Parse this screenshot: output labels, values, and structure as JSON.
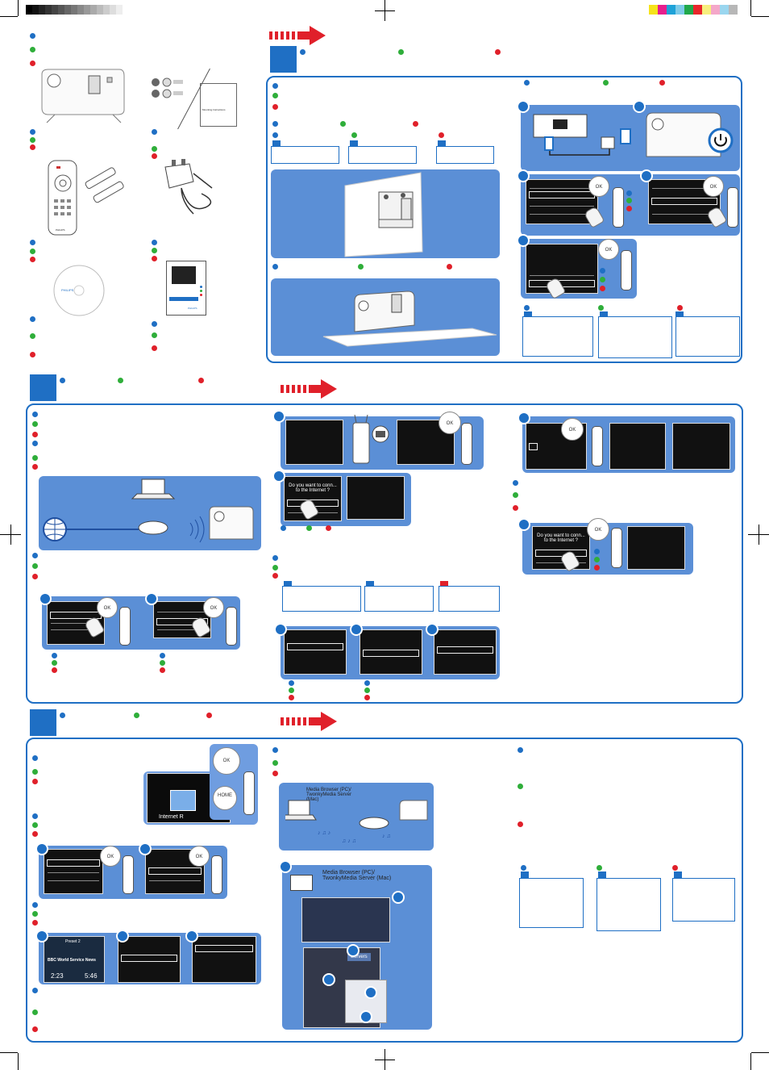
{
  "crop_marks": true,
  "color_strip": [
    "#f5e31a",
    "#e61f8d",
    "#1ea2d8",
    "#7ecbe8",
    "#20a84b",
    "#e8262b",
    "#f7ef7e",
    "#f4a7c9",
    "#9ad6ef",
    "#b7b7b7"
  ],
  "gray_strip": [
    "#000",
    "#111",
    "#222",
    "#333",
    "#444",
    "#555",
    "#666",
    "#777",
    "#888",
    "#999",
    "#aaa",
    "#bbb",
    "#ccc",
    "#ddd",
    "#eee"
  ],
  "accessory_card": {
    "label": "Mounting Instructions"
  },
  "disc_card": {
    "brand": "PHILIPS"
  },
  "quick_start_card": {
    "brand": "PHILIPS"
  },
  "brand_remote": "PHILIPS",
  "section2": {
    "screen_step1": {
      "question": "Do you want to conn... to the Internet ?"
    },
    "screen_step2b": {
      "question": "Do you want to conn... to the Internet ?"
    }
  },
  "section3": {
    "home_screen": {
      "label": "Internet R",
      "button_text": "HOME"
    },
    "radio_screen": {
      "station": "BBC World Service News",
      "preset": "Preset 2",
      "elapsed": "2:23",
      "clock": "5:46"
    },
    "media_title_1": "Media Browser (PC)/ TwonkyMedia Server (Mac)",
    "media_title_2": "Media Browser (PC)/ TwonkyMedia Server (Mac)",
    "servers_label": "Servers",
    "ok_label": "OK"
  }
}
